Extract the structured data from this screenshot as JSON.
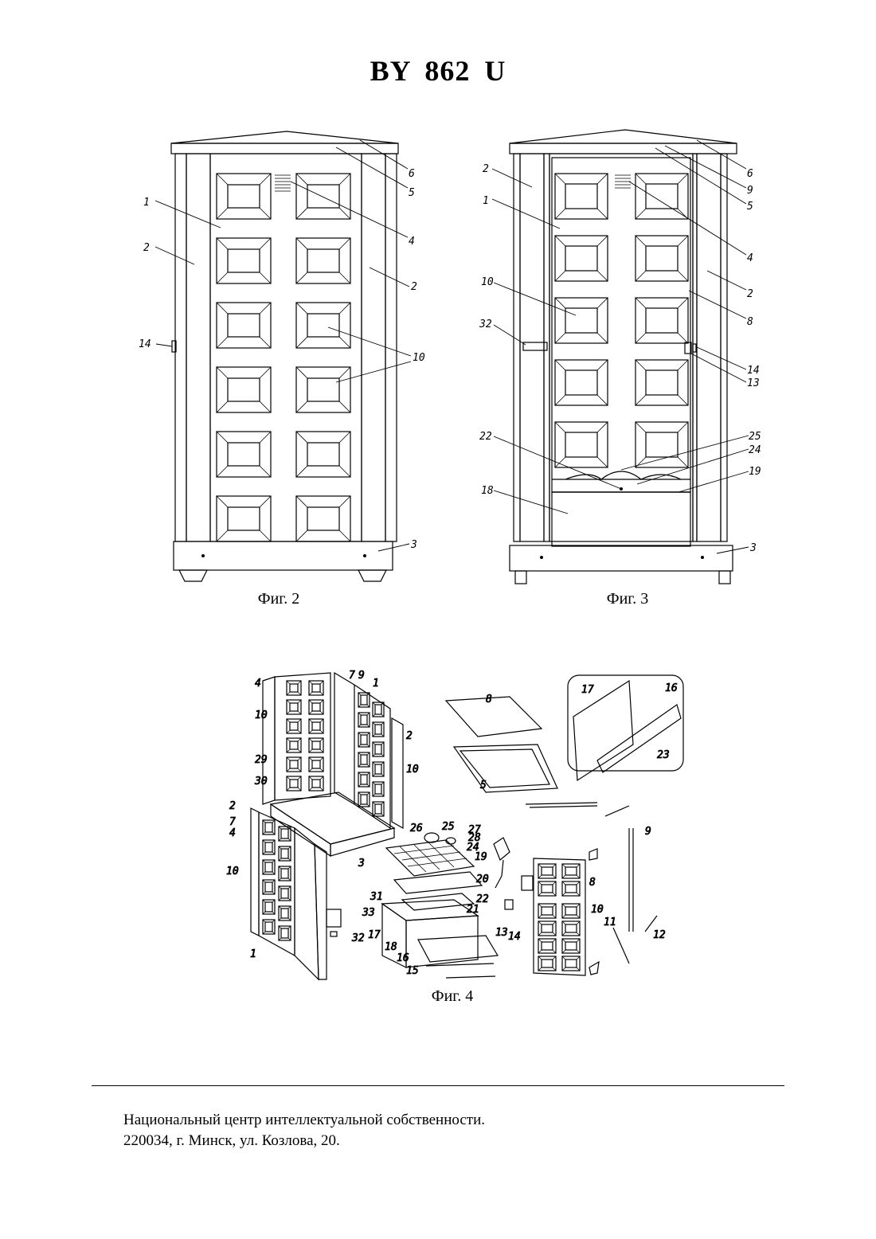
{
  "document": {
    "number": "BY 862 U"
  },
  "figures": [
    {
      "id": "fig2",
      "caption": "Фиг. 2"
    },
    {
      "id": "fig3",
      "caption": "Фиг. 3"
    },
    {
      "id": "fig4",
      "caption": "Фиг. 4"
    }
  ],
  "fig2_labels": [
    "6",
    "5",
    "4",
    "1",
    "2",
    "2",
    "10",
    "14",
    "3"
  ],
  "fig3_labels": [
    "6",
    "9",
    "5",
    "2",
    "1",
    "4",
    "2",
    "8",
    "10",
    "32",
    "14",
    "13",
    "25",
    "24",
    "22",
    "19",
    "18",
    "3"
  ],
  "fig4_labels": [
    "4",
    "10",
    "29",
    "30",
    "7",
    "9",
    "1",
    "2",
    "10",
    "8",
    "5",
    "17",
    "16",
    "23",
    "2",
    "7",
    "4",
    "10",
    "3",
    "26",
    "25",
    "27",
    "28",
    "24",
    "19",
    "20",
    "31",
    "33",
    "32",
    "21",
    "22",
    "17",
    "18",
    "16",
    "15",
    "13",
    "14",
    "8",
    "10",
    "9",
    "11",
    "12",
    "1"
  ],
  "footer": {
    "line1": "Национальный центр интеллектуальной собственности.",
    "line2": "220034, г. Минск, ул. Козлова, 20."
  }
}
